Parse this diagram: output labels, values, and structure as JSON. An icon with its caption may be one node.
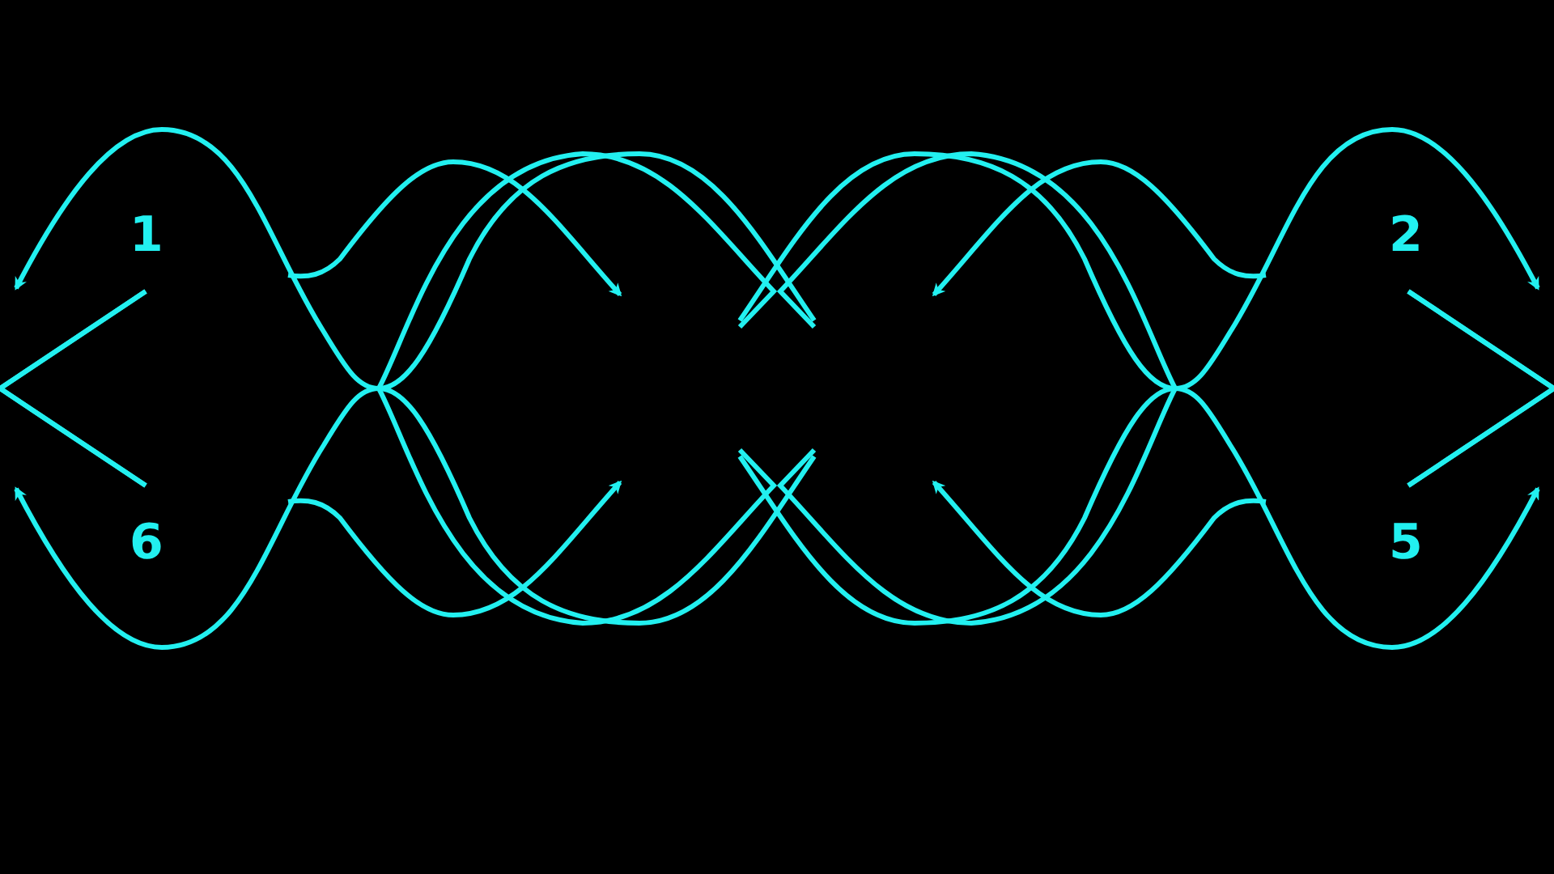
{
  "diagram": {
    "labels": [
      "1",
      "2",
      "6",
      "5"
    ]
  }
}
